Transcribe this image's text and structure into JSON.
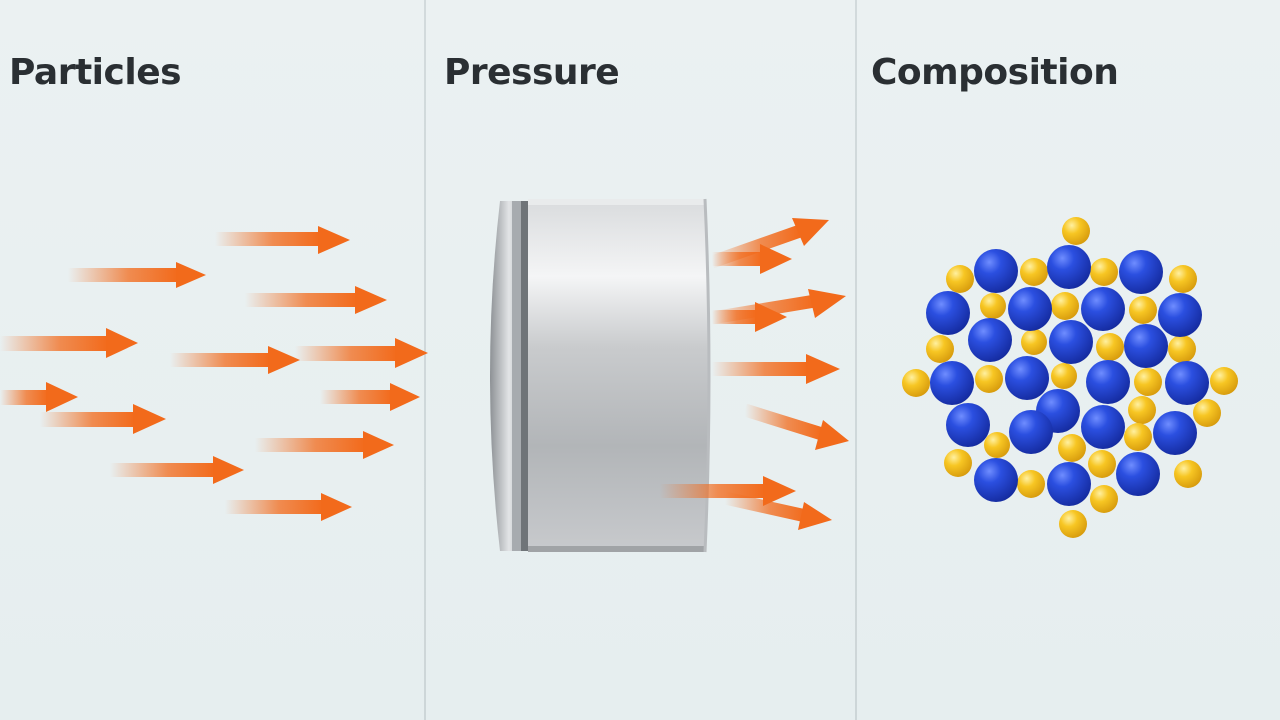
{
  "panels": [
    {
      "title": "Particles"
    },
    {
      "title": "Pressure"
    },
    {
      "title": "Composition"
    }
  ],
  "colors": {
    "background": "#e8eff0",
    "arrow": "#f26a1b",
    "cylinder": "#c9ccce",
    "large_particle": "#1d3fd1",
    "small_particle": "#f5c21c",
    "title_text": "#2a2f33"
  },
  "icons": {
    "incoming_arrows": "orange-motion-arrow-icon",
    "press_cylinder": "metal-cylinder-icon",
    "particle_cluster": "atom-cluster-icon"
  }
}
